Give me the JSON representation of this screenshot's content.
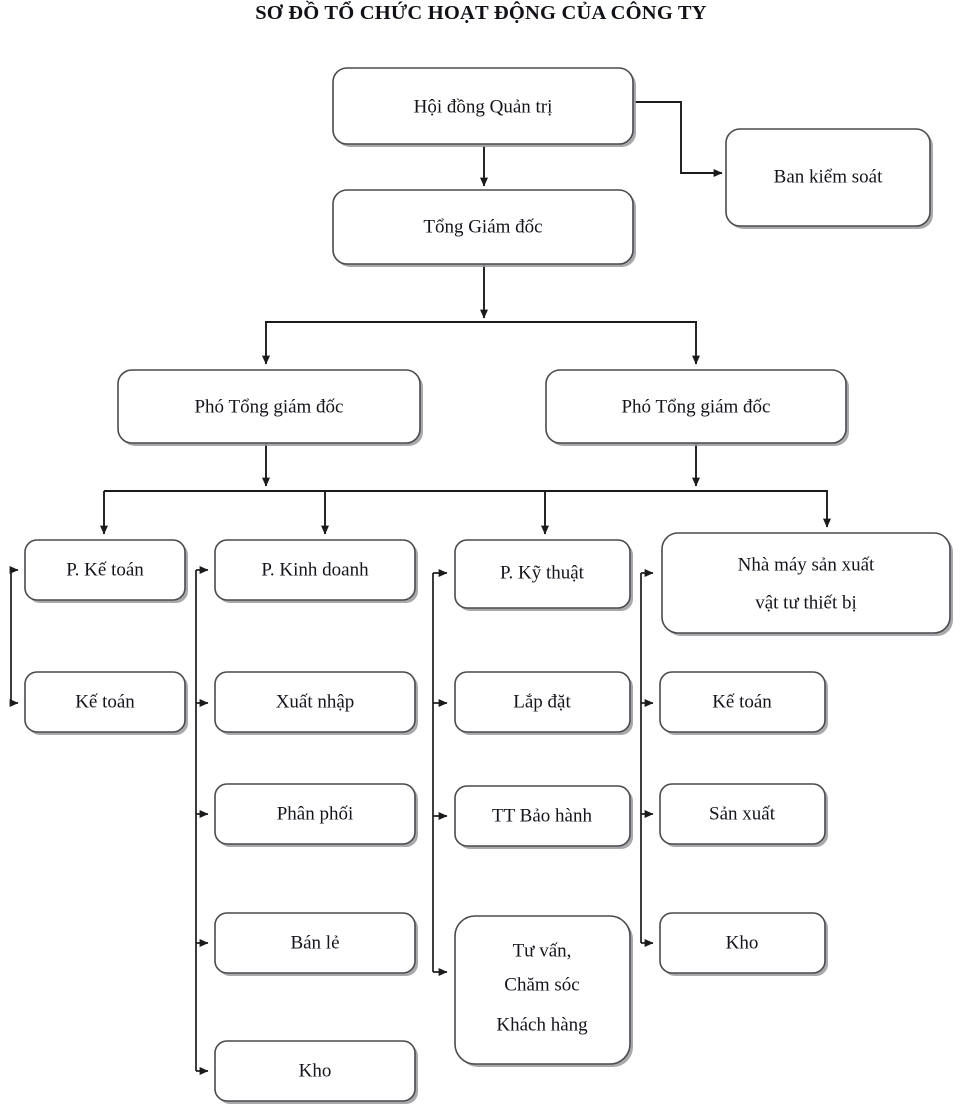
{
  "title": "SƠ ĐỒ TỔ CHỨC HOẠT ĐỘNG CỦA CÔNG TY",
  "colors": {
    "box_stroke": "#4a4a4f",
    "box_fill": "#ffffff",
    "connector": "#1b1b1b",
    "text": "#14141c",
    "shadow": "#9a9a9e"
  },
  "chart_data": {
    "type": "diagram",
    "subtype": "organizational-chart",
    "title": "SƠ ĐỒ TỔ CHỨC HOẠT ĐỘNG CỦA CÔNG TY",
    "orientation": "top-down",
    "levels": [
      {
        "level": 1,
        "nodes": [
          {
            "id": "hdqt",
            "label": "Hội đồng Quản trị"
          },
          {
            "id": "bks",
            "label": "Ban kiểm soát"
          }
        ]
      },
      {
        "level": 2,
        "nodes": [
          {
            "id": "tgd",
            "label": "Tổng Giám đốc"
          }
        ]
      },
      {
        "level": 3,
        "nodes": [
          {
            "id": "ptgd1",
            "label": "Phó Tổng giám đốc"
          },
          {
            "id": "ptgd2",
            "label": "Phó Tổng giám đốc"
          }
        ]
      },
      {
        "level": 4,
        "nodes": [
          {
            "id": "ketoan_dept",
            "label": "P. Kế toán"
          },
          {
            "id": "kinhdoanh_dept",
            "label": "P. Kinh doanh"
          },
          {
            "id": "kythuat_dept",
            "label": "P. Kỹ thuật"
          },
          {
            "id": "nhamay_dept",
            "label": "Nhà máy sản xuất vật tư thiết bị",
            "lines": [
              "Nhà máy sản xuất",
              "vật tư thiết bị"
            ]
          }
        ]
      },
      {
        "level": 5,
        "columns": [
          {
            "parent": "ketoan_dept",
            "children": [
              {
                "id": "c1_ketoan",
                "label": "Kế toán"
              }
            ]
          },
          {
            "parent": "kinhdoanh_dept",
            "children": [
              {
                "id": "c2_xuatnhap",
                "label": "Xuất nhập"
              },
              {
                "id": "c2_phanphoi",
                "label": "Phân phối"
              },
              {
                "id": "c2_banle",
                "label": "Bán lẻ"
              },
              {
                "id": "c2_kho",
                "label": "Kho"
              }
            ]
          },
          {
            "parent": "kythuat_dept",
            "children": [
              {
                "id": "c3_lapdat",
                "label": "Lắp đặt"
              },
              {
                "id": "c3_baohanh",
                "label": "TT Bảo hành"
              },
              {
                "id": "c3_tuvan",
                "label": "Tư vấn, Chăm sóc Khách hàng",
                "lines": [
                  "Tư vấn,",
                  "Chăm sóc",
                  "Khách hàng"
                ]
              }
            ]
          },
          {
            "parent": "nhamay_dept",
            "children": [
              {
                "id": "c4_ketoan",
                "label": "Kế toán"
              },
              {
                "id": "c4_sanxuat",
                "label": "Sản xuất"
              },
              {
                "id": "c4_kho",
                "label": "Kho"
              }
            ]
          }
        ]
      }
    ],
    "edges": [
      {
        "from": "hdqt",
        "to": "tgd"
      },
      {
        "from": "hdqt",
        "to": "bks"
      },
      {
        "from": "tgd",
        "to": "ptgd1"
      },
      {
        "from": "tgd",
        "to": "ptgd2"
      },
      {
        "from": "ptgd1",
        "to": "ketoan_dept"
      },
      {
        "from": "ptgd1",
        "to": "kinhdoanh_dept"
      },
      {
        "from": "ptgd2",
        "to": "kythuat_dept"
      },
      {
        "from": "ptgd2",
        "to": "nhamay_dept"
      },
      {
        "from": "ketoan_dept",
        "to": "c1_ketoan"
      },
      {
        "from": "kinhdoanh_dept",
        "to": "c2_xuatnhap"
      },
      {
        "from": "kinhdoanh_dept",
        "to": "c2_phanphoi"
      },
      {
        "from": "kinhdoanh_dept",
        "to": "c2_banle"
      },
      {
        "from": "kinhdoanh_dept",
        "to": "c2_kho"
      },
      {
        "from": "kythuat_dept",
        "to": "c3_lapdat"
      },
      {
        "from": "kythuat_dept",
        "to": "c3_baohanh"
      },
      {
        "from": "kythuat_dept",
        "to": "c3_tuvan"
      },
      {
        "from": "nhamay_dept",
        "to": "c4_ketoan"
      },
      {
        "from": "nhamay_dept",
        "to": "c4_sanxuat"
      },
      {
        "from": "nhamay_dept",
        "to": "c4_kho"
      }
    ]
  },
  "nodes": {
    "hdqt": "Hội đồng Quản trị",
    "bks": "Ban kiểm soát",
    "tgd": "Tổng Giám đốc",
    "ptgd1": "Phó Tổng giám đốc",
    "ptgd2": "Phó Tổng giám đốc",
    "ketoan_dept": "P. Kế toán",
    "kinhdoanh_dept": "P. Kinh doanh",
    "kythuat_dept": "P. Kỹ thuật",
    "nhamay_l1": "Nhà máy sản xuất",
    "nhamay_l2": "vật tư thiết bị",
    "c1_ketoan": "Kế toán",
    "c2_xuatnhap": "Xuất nhập",
    "c2_phanphoi": "Phân phối",
    "c2_banle": "Bán lẻ",
    "c2_kho": "Kho",
    "c3_lapdat": "Lắp đặt",
    "c3_baohanh": "TT Bảo hành",
    "c3_tuvan_l1": "Tư vấn,",
    "c3_tuvan_l2": "Chăm sóc",
    "c3_tuvan_l3": "Khách hàng",
    "c4_ketoan": "Kế toán",
    "c4_sanxuat": "Sản xuất",
    "c4_kho": "Kho"
  }
}
